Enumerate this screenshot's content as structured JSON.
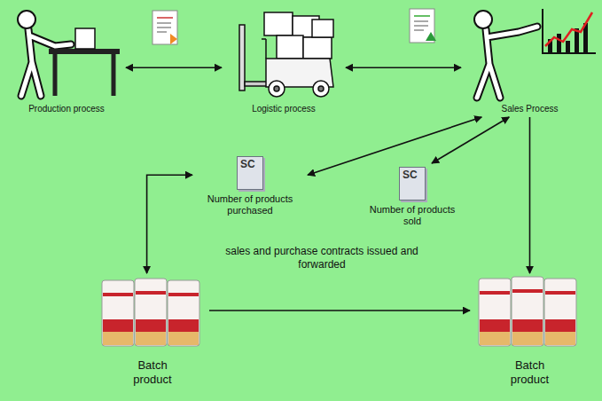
{
  "diagram": {
    "nodes": [
      {
        "text": [
          "Production process"
        ]
      },
      {
        "text": [
          "Logistic process"
        ]
      },
      {
        "text": [
          "Sales Process"
        ]
      },
      {
        "text": [
          "SC",
          "Number of products purchased"
        ]
      },
      {
        "text": [
          "SC",
          "Number of products sold"
        ]
      },
      {
        "text": [
          "Batch product"
        ]
      },
      {
        "text": [
          "Batch product"
        ]
      }
    ],
    "edges": [
      {
        "from": 0,
        "to": 1,
        "arrow": "both"
      },
      {
        "from": 1,
        "to": 2,
        "arrow": "both"
      },
      {
        "from": 2,
        "to": 3,
        "arrow": "both"
      },
      {
        "from": 2,
        "to": 4,
        "arrow": "both"
      },
      {
        "from": 3,
        "to": 5,
        "arrow": "both"
      },
      {
        "from": 2,
        "to": 6,
        "arrow": "to"
      },
      {
        "from": 5,
        "to": 6,
        "arrow": "to"
      }
    ],
    "labels": [
      "sales and purchase contracts issued and forwarded"
    ]
  }
}
